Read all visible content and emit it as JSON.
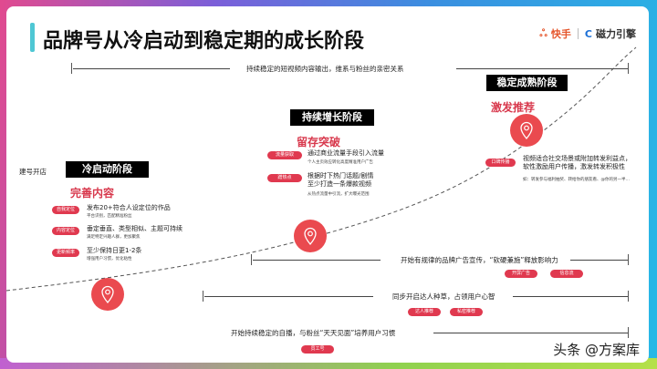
{
  "title": "品牌号从冷启动到稳定期的成长阶段",
  "logo": {
    "brand1": "快手",
    "brand2": "磁力引擎"
  },
  "top_arrow": "持续稳定的短视频内容输出，维系与粉丝的亲密关系",
  "start_label": "建号开店",
  "stages": [
    {
      "name": "冷启动阶段",
      "goal": "完善内容",
      "items": [
        {
          "tag": "自我定位",
          "text": "发布20+符合人设定位的作品",
          "note": "平台识别，匹配精准粉丝"
        },
        {
          "tag": "内容定位",
          "text": "垂定垂直、类型相似、主题可持续",
          "note": "满足特定兴趣人群，更加聚焦"
        },
        {
          "tag": "更新频率",
          "text": "至少保持日更1-2条",
          "note": "增强用户习惯，优化粘性"
        }
      ]
    },
    {
      "name": "持续增长阶段",
      "goal": "留存突破",
      "items": [
        {
          "tag": "流量获取",
          "text": "通过商业流量手段引入流量",
          "note": "个人主页效应转化高度精准用户广告"
        },
        {
          "tag": "蹭热点",
          "text": "根据时下热门话题/剧情 至少打造一条爆款视频",
          "note": "从热点流量中引流，扩大曝光范围"
        }
      ]
    },
    {
      "name": "稳定成熟阶段",
      "goal": "激发推荐",
      "items": [
        {
          "tag": "口碑传播",
          "text": "视频适合社交场景或附加转发利益点，软性激励用户传播，激发转发积极性",
          "note": "如：转发参与福利抽奖、转给你的朋友看、@你的另一半…"
        }
      ]
    }
  ],
  "rows": [
    {
      "text": "开始有规律的品牌广告宣传，“软硬兼施”释放影响力",
      "tags": [
        "开屏广告",
        "信息流"
      ]
    },
    {
      "text": "同步开启达人种草，占领用户心智",
      "tags": [
        "达人推荐",
        "私密推荐"
      ]
    },
    {
      "text": "开始持续稳定的自播，与粉丝“天天见面”培养用户习惯",
      "tags": [
        "员工号"
      ]
    }
  ],
  "watermark": "头条 @方案库",
  "colors": {
    "accent_red": "#e0394f",
    "title_bar": "#4fc7d4"
  },
  "icons": [
    "location-pin-icon"
  ]
}
